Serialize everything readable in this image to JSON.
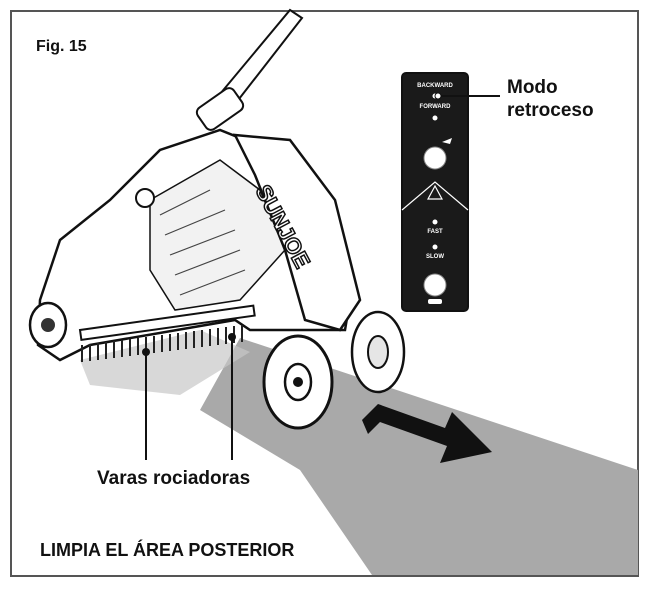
{
  "figure_label": "Fig. 15",
  "callouts": {
    "reverse_mode_line1": "Modo",
    "reverse_mode_line2": "retroceso",
    "spray_wands": "Varas rociadoras"
  },
  "caption": "LIMPIA EL ÁREA POSTERIOR",
  "control_panel": {
    "backward": "BACKWARD",
    "forward": "FORWARD",
    "brand": "SUNJOE",
    "fast": "FAST",
    "slow": "SLOW"
  },
  "colors": {
    "path_gray": "#a9a9a9",
    "panel_black": "#1a1a1a",
    "outline": "#111111",
    "frame": "#555555"
  }
}
